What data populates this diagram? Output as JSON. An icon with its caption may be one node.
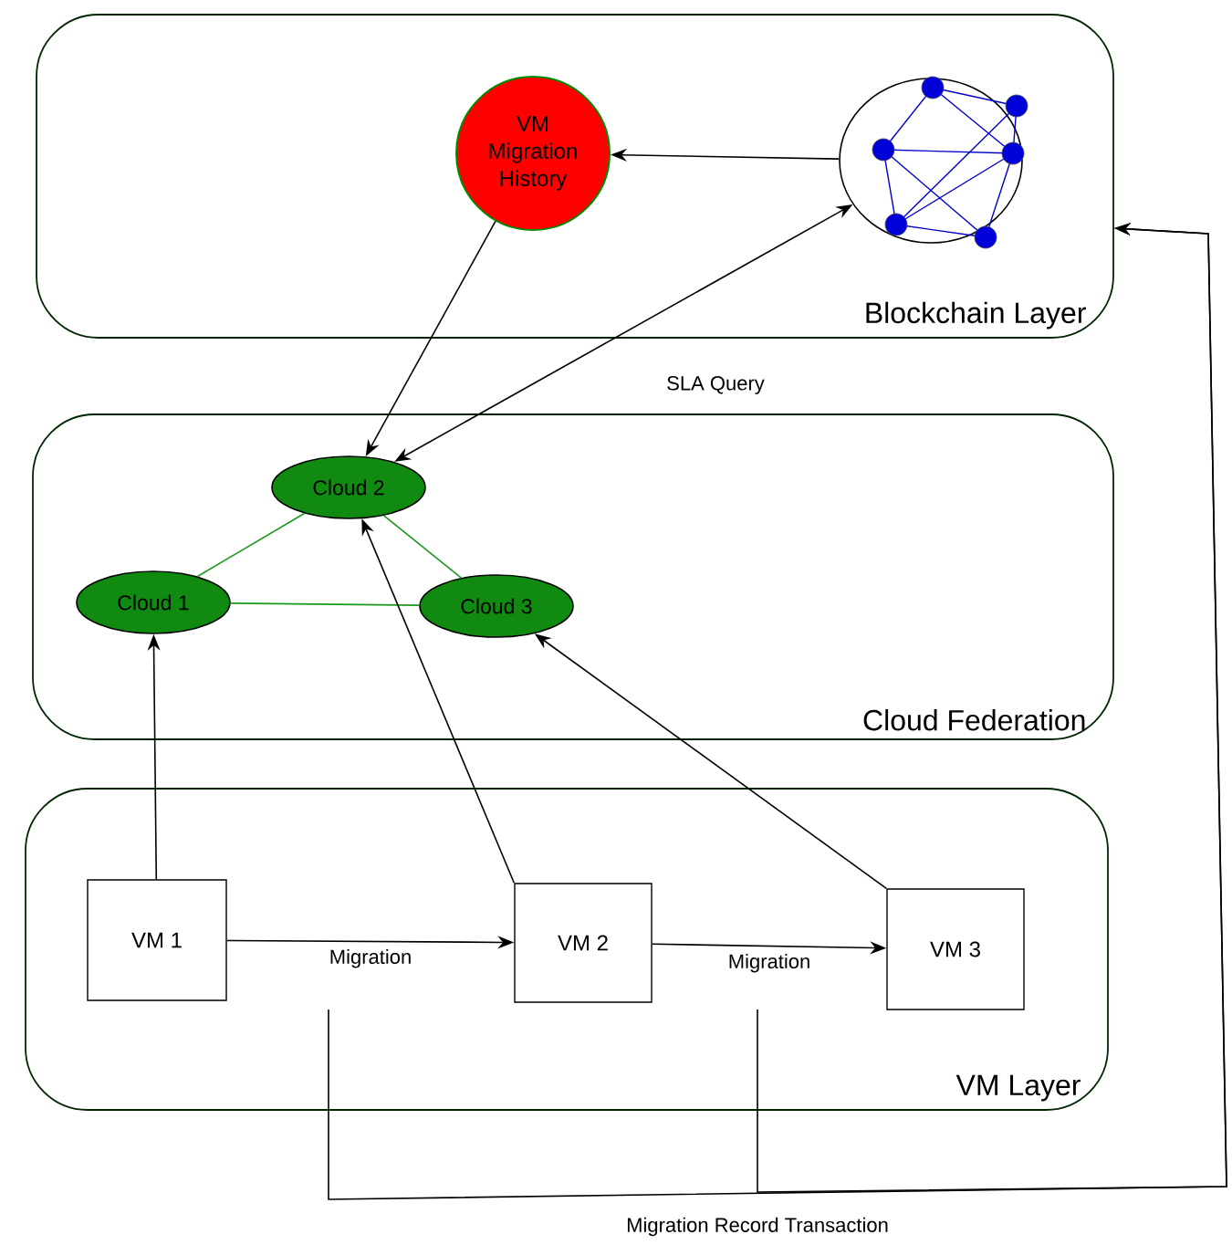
{
  "diagram": {
    "nodes": [
      {
        "text": [
          "Blockchain Layer"
        ]
      },
      {
        "text": [
          "VM Migration History"
        ],
        "in": 0
      },
      {
        "text": [],
        "shape": "picture",
        "in": 0
      },
      {
        "text": [
          "Cloud Federation"
        ]
      },
      {
        "text": [
          "Cloud 2"
        ],
        "in": 3
      },
      {
        "text": [
          "Cloud 1"
        ],
        "in": 3
      },
      {
        "text": [
          "Cloud 3"
        ],
        "in": 3
      },
      {
        "text": [
          "VM Layer"
        ]
      },
      {
        "text": [
          "VM 1"
        ],
        "in": 7
      },
      {
        "text": [
          "VM 2"
        ],
        "in": 7
      },
      {
        "text": [
          "VM 3"
        ],
        "in": 7
      }
    ],
    "edges": [
      {
        "from": 2,
        "to": 1,
        "arrow": "to"
      },
      {
        "from": 1,
        "to": 4,
        "arrow": "to"
      },
      {
        "from": 4,
        "to": 2,
        "arrow": "both",
        "label": "SLA Query"
      },
      {
        "from": 4,
        "to": 5,
        "arrow": "none",
        "color": "#1a9a1a"
      },
      {
        "from": 4,
        "to": 6,
        "arrow": "none",
        "color": "#1a9a1a"
      },
      {
        "from": 5,
        "to": 6,
        "arrow": "none",
        "color": "#1a9a1a"
      },
      {
        "from": 8,
        "to": 5,
        "arrow": "to"
      },
      {
        "from": 9,
        "to": 4,
        "arrow": "to"
      },
      {
        "from": 10,
        "to": 6,
        "arrow": "to"
      },
      {
        "from": 8,
        "to": 9,
        "arrow": "to",
        "label": "Migration"
      },
      {
        "from": 9,
        "to": 10,
        "arrow": "to",
        "label": "Migration"
      },
      {
        "from": null,
        "to": 0,
        "arrow": "to",
        "label": "Migration Record Transaction"
      },
      {
        "from": null,
        "to": 0,
        "arrow": "to"
      }
    ]
  }
}
